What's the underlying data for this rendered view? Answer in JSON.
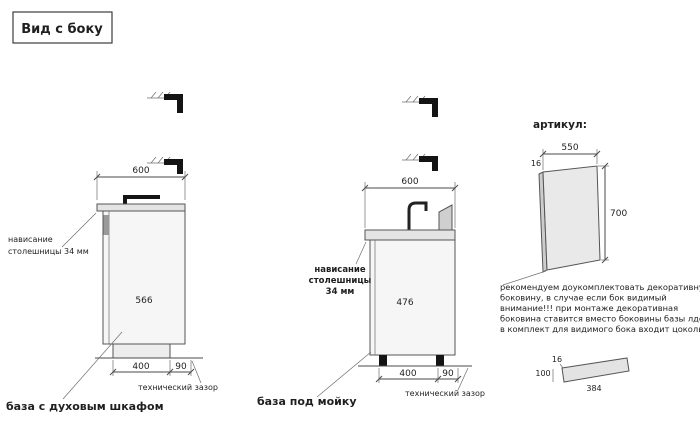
{
  "title": "Вид с боку",
  "colors": {
    "warning": "#b42500",
    "line": "#4a4a4a"
  },
  "oven_base": {
    "name": "база с духовым шкафом",
    "dim_top": "600",
    "overhang_lines": [
      "нависание",
      "столешницы 34 мм"
    ],
    "dim_height": "566",
    "dim_bottom": "400",
    "dim_gap": "90",
    "gap_label": "технический зазор"
  },
  "sink_base": {
    "name": "база под мойку",
    "dim_top": "600",
    "overhang_lines": [
      "нависание",
      "столешницы",
      "34 мм"
    ],
    "dim_height": "476",
    "dim_bottom": "400",
    "dim_gap": "90",
    "gap_label": "технический зазор"
  },
  "decor_panel": {
    "article_label": "артикул:",
    "dim_width": "550",
    "dim_thickness": "16",
    "dim_height": "700",
    "notes": {
      "line1": "рекомендуем доукомплектовать декоративную",
      "line2": "боковину, в случае если бок видимый",
      "warning1": "внимание!!! при монтаже декоративная",
      "warning2": "боковина ставится вместо боковины базы лдсп",
      "line3": "в комплект для видимого бока входит цоколь."
    }
  },
  "plinth": {
    "dim_height": "100",
    "dim_thickness": "16",
    "dim_length": "384"
  }
}
